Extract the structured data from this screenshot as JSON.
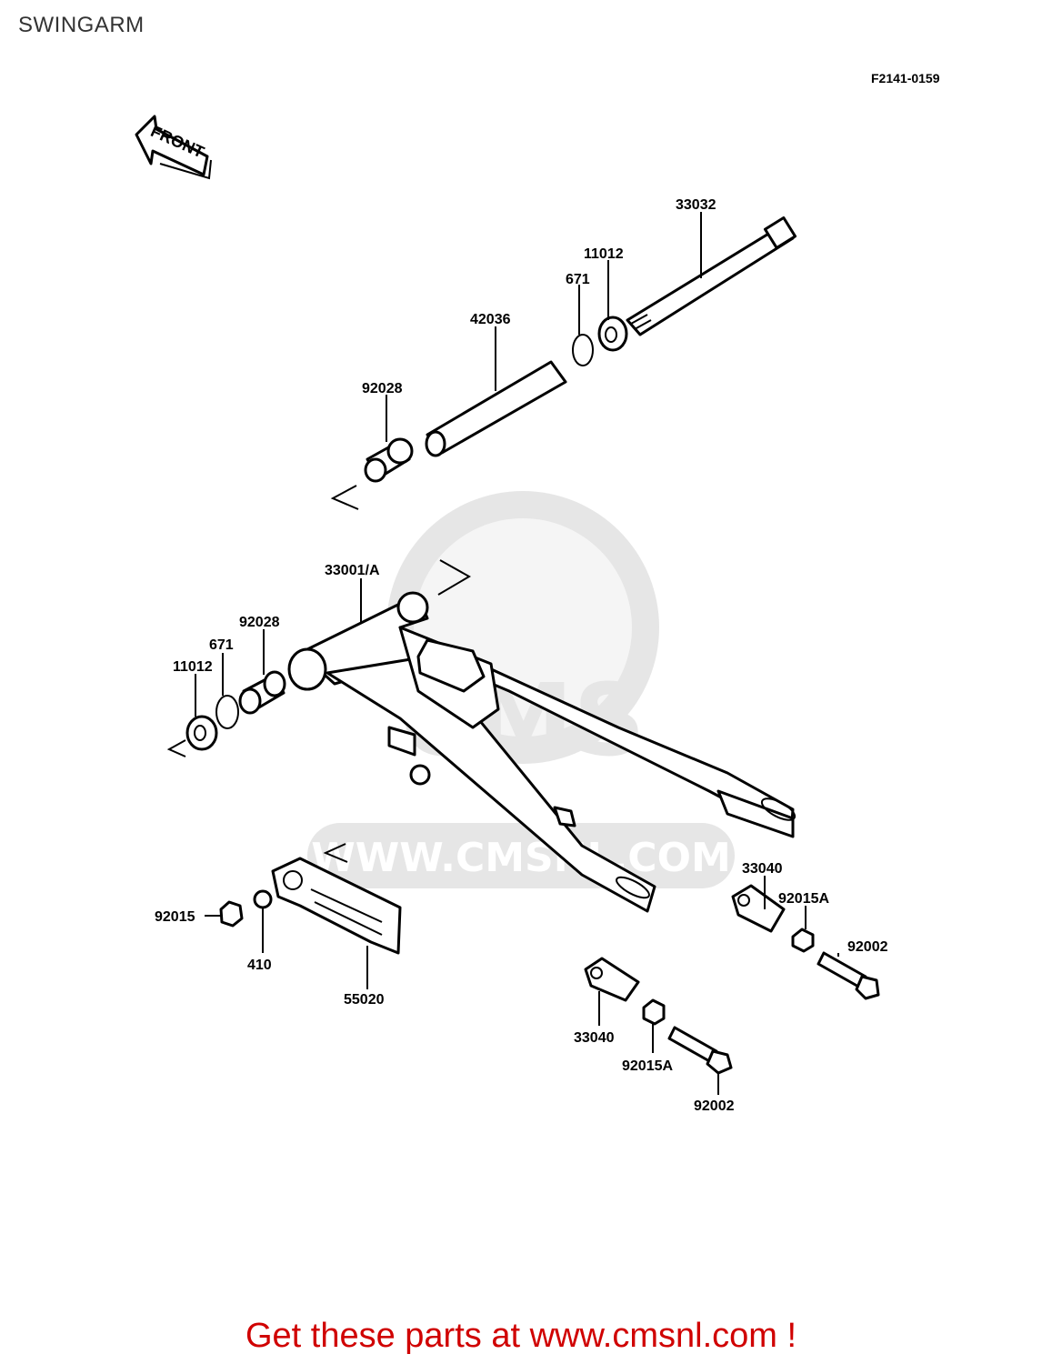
{
  "header": {
    "title": "SWINGARM",
    "diagram_code": "F2141-0159"
  },
  "front_arrow_label": "FRONT",
  "watermark": {
    "text": "WWW.CMSNL.COM",
    "logo_text": "CMS"
  },
  "part_labels": {
    "p33032": "33032",
    "p11012_top": "11012",
    "p671_top": "671",
    "p42036": "42036",
    "p92028_top": "92028",
    "p33001": "33001/A",
    "p92028_left": "92028",
    "p671_left": "671",
    "p11012_left": "11012",
    "p33040_right": "33040",
    "p92015A_right": "92015A",
    "p92002_right": "92002",
    "p92015": "92015",
    "p410": "410",
    "p55020": "55020",
    "p33040_bottom": "33040",
    "p92015A_bottom": "92015A",
    "p92002_bottom": "92002"
  },
  "footer": {
    "cta": "Get these parts at www.cmsnl.com !"
  },
  "colors": {
    "cta": "#d00000",
    "watermark": "#e6e6e6",
    "line": "#000000"
  }
}
